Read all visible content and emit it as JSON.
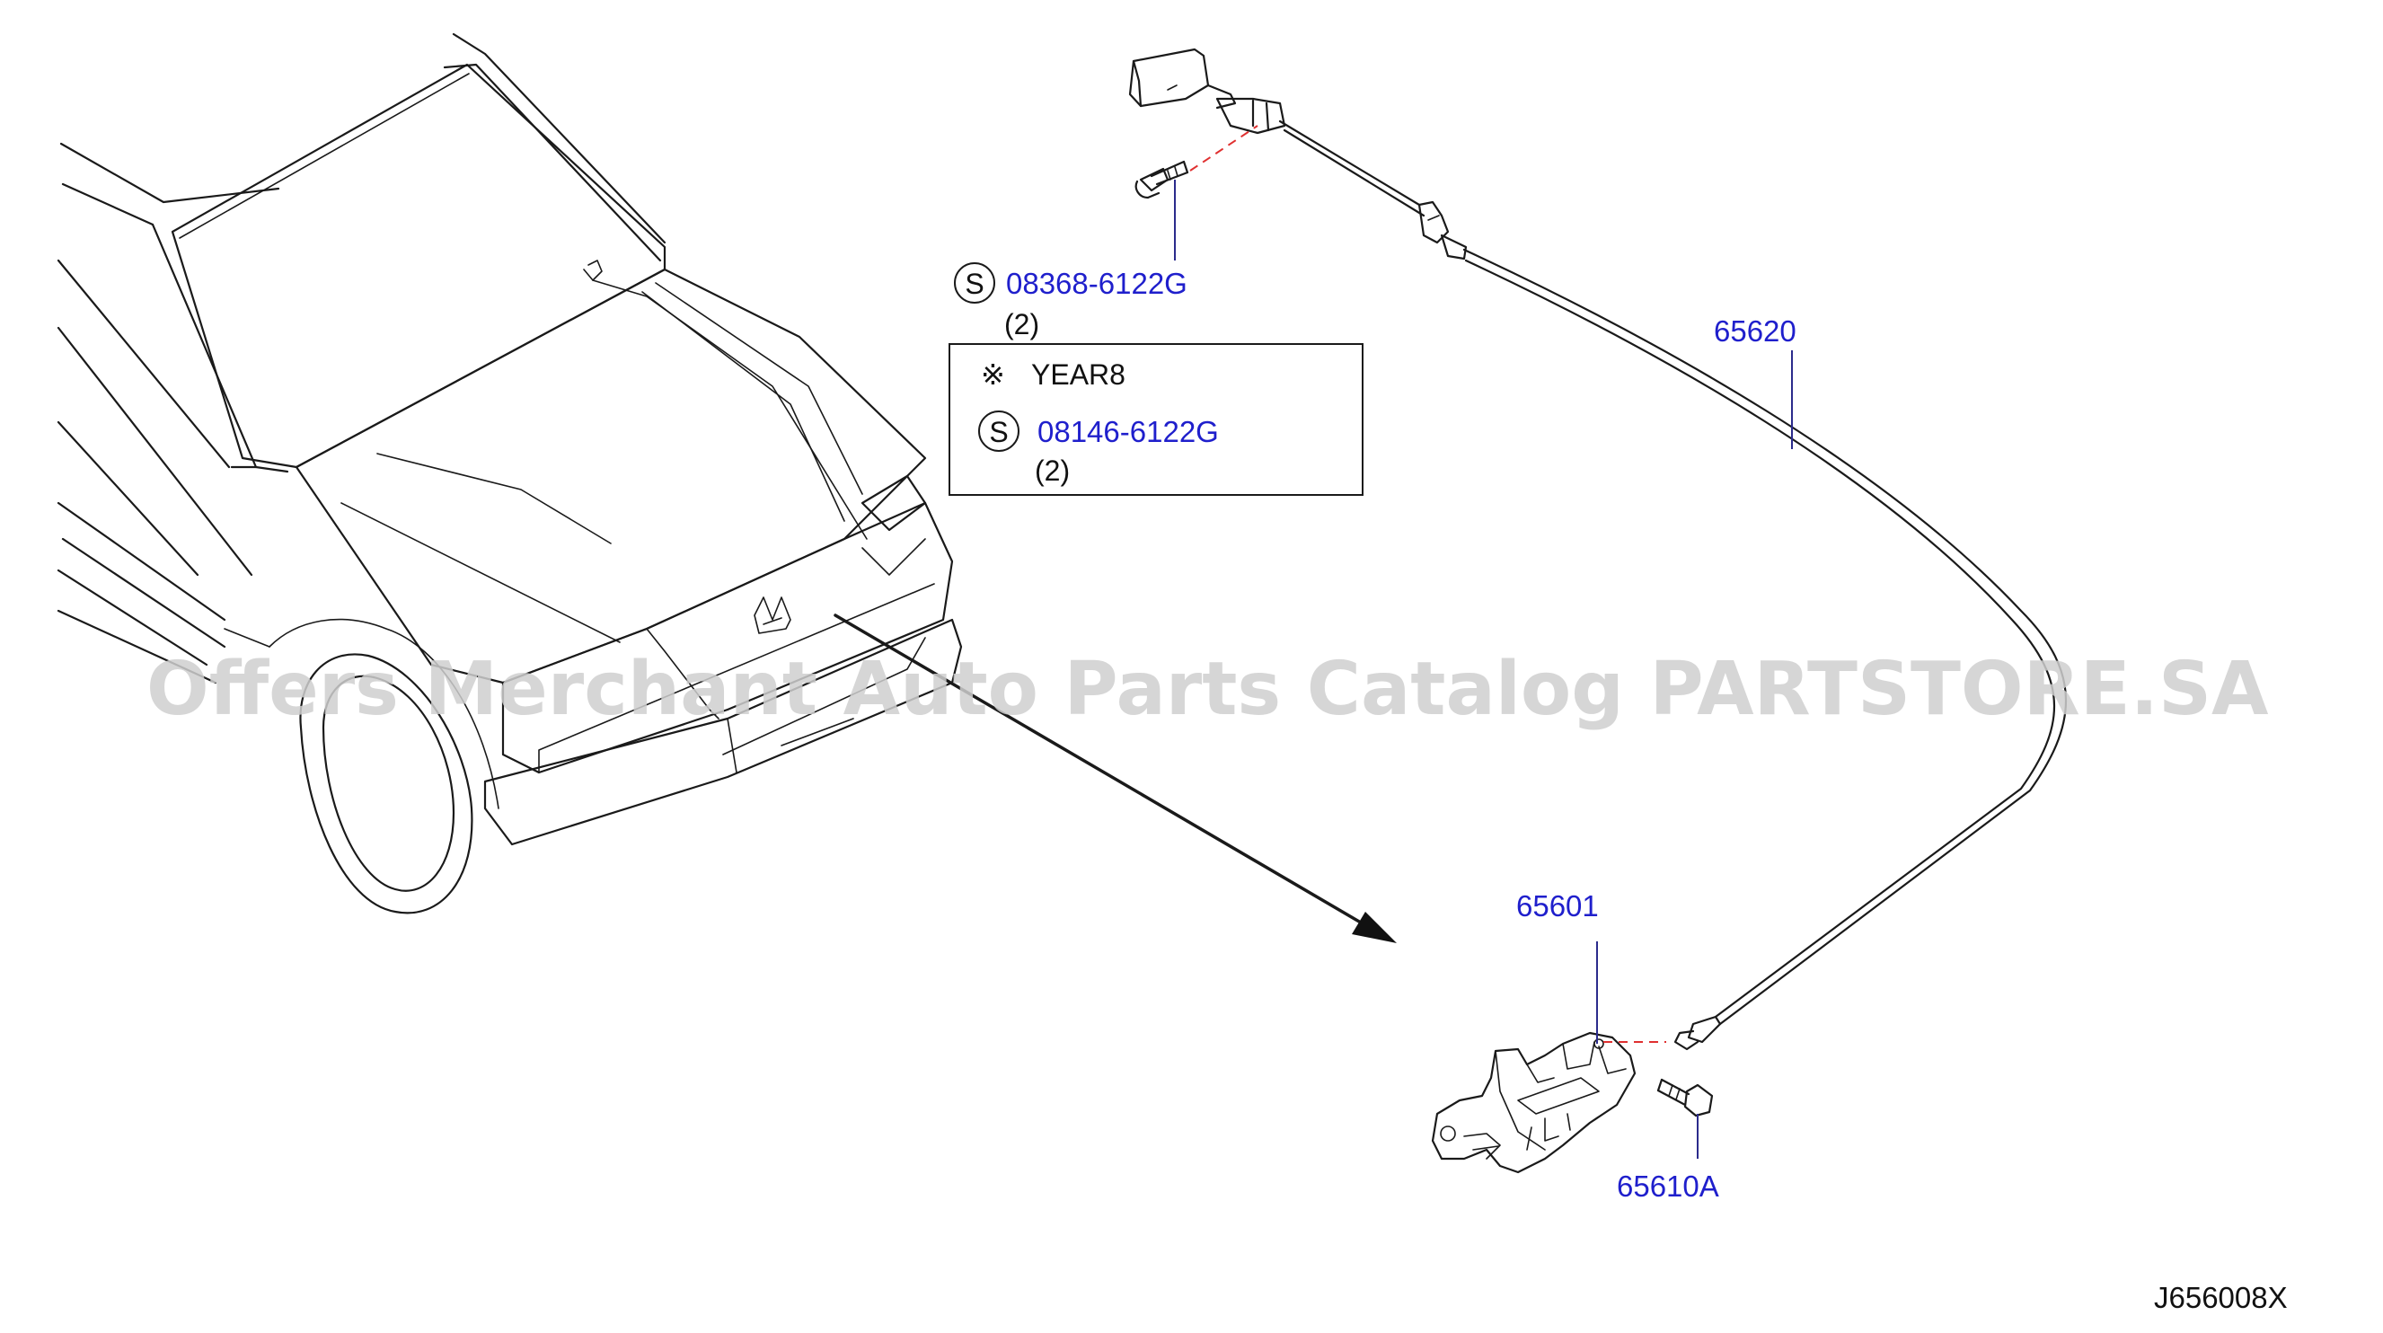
{
  "parts": {
    "cable": "65620",
    "lock": "65601",
    "bolt": "65610A",
    "screw_upper": "08368-6122G",
    "screw_upper_qty": "(2)"
  },
  "note": {
    "mark": "※",
    "label": "YEAR8",
    "screw": "08146-6122G",
    "screw_qty": "(2)"
  },
  "symbol_s": "S",
  "watermark": "Offers Merchant Auto Parts Catalog PARTSTORE.SA",
  "diagram_code": "J656008X",
  "colors": {
    "part_number": "#1f1fcc",
    "dash_line": "#e03030",
    "watermark": "#cfcfcf"
  }
}
